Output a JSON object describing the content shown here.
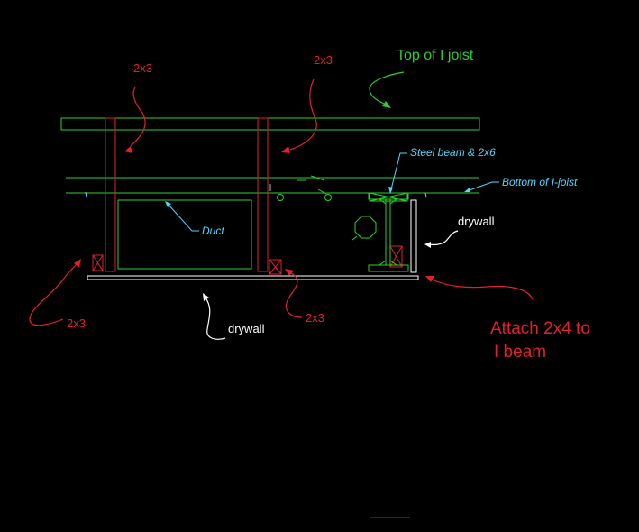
{
  "labels": {
    "stud_left_top": "2x3",
    "stud_right_top": "2x3",
    "top_of_joist": "Top of I joist",
    "steel_beam": "Steel beam & 2x6",
    "bottom_of_joist": "Bottom of I-joist",
    "duct": "Duct",
    "drywall_right": "drywall",
    "drywall_bottom": "drywall",
    "block_left": "2x3",
    "block_right": "2x3",
    "attach_line1": "Attach 2x4 to",
    "attach_line2": "I beam"
  },
  "colors": {
    "background": "#000000",
    "joist": "#2bd02b",
    "framing": "#e0202a",
    "leader": "#4fd8ff",
    "drywall": "#ffffff",
    "annotation_red": "#e0202a",
    "annotation_green": "#2bd02b"
  }
}
